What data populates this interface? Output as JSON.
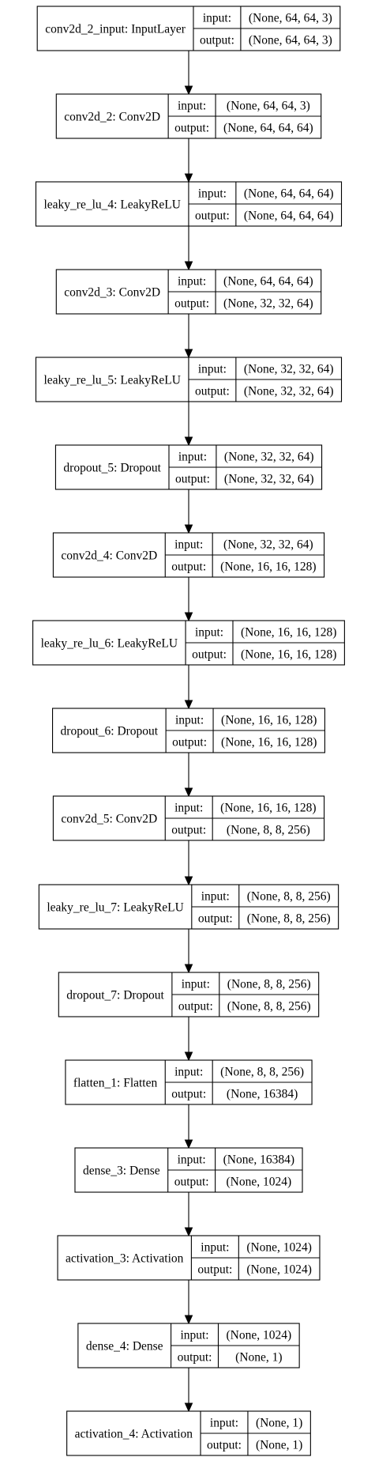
{
  "diagram": {
    "input_label": "input:",
    "output_label": "output:",
    "layers": [
      {
        "name": "conv2d_2_input: InputLayer",
        "input": "(None, 64, 64, 3)",
        "output": "(None, 64, 64, 3)"
      },
      {
        "name": "conv2d_2: Conv2D",
        "input": "(None, 64, 64, 3)",
        "output": "(None, 64, 64, 64)"
      },
      {
        "name": "leaky_re_lu_4: LeakyReLU",
        "input": "(None, 64, 64, 64)",
        "output": "(None, 64, 64, 64)"
      },
      {
        "name": "conv2d_3: Conv2D",
        "input": "(None, 64, 64, 64)",
        "output": "(None, 32, 32, 64)"
      },
      {
        "name": "leaky_re_lu_5: LeakyReLU",
        "input": "(None, 32, 32, 64)",
        "output": "(None, 32, 32, 64)"
      },
      {
        "name": "dropout_5: Dropout",
        "input": "(None, 32, 32, 64)",
        "output": "(None, 32, 32, 64)"
      },
      {
        "name": "conv2d_4: Conv2D",
        "input": "(None, 32, 32, 64)",
        "output": "(None, 16, 16, 128)"
      },
      {
        "name": "leaky_re_lu_6: LeakyReLU",
        "input": "(None, 16, 16, 128)",
        "output": "(None, 16, 16, 128)"
      },
      {
        "name": "dropout_6: Dropout",
        "input": "(None, 16, 16, 128)",
        "output": "(None, 16, 16, 128)"
      },
      {
        "name": "conv2d_5: Conv2D",
        "input": "(None, 16, 16, 128)",
        "output": "(None, 8, 8, 256)"
      },
      {
        "name": "leaky_re_lu_7: LeakyReLU",
        "input": "(None, 8, 8, 256)",
        "output": "(None, 8, 8, 256)"
      },
      {
        "name": "dropout_7: Dropout",
        "input": "(None, 8, 8, 256)",
        "output": "(None, 8, 8, 256)"
      },
      {
        "name": "flatten_1: Flatten",
        "input": "(None, 8, 8, 256)",
        "output": "(None, 16384)"
      },
      {
        "name": "dense_3: Dense",
        "input": "(None, 16384)",
        "output": "(None, 1024)"
      },
      {
        "name": "activation_3: Activation",
        "input": "(None, 1024)",
        "output": "(None, 1024)"
      },
      {
        "name": "dense_4: Dense",
        "input": "(None, 1024)",
        "output": "(None, 1)"
      },
      {
        "name": "activation_4: Activation",
        "input": "(None, 1)",
        "output": "(None, 1)"
      }
    ]
  }
}
